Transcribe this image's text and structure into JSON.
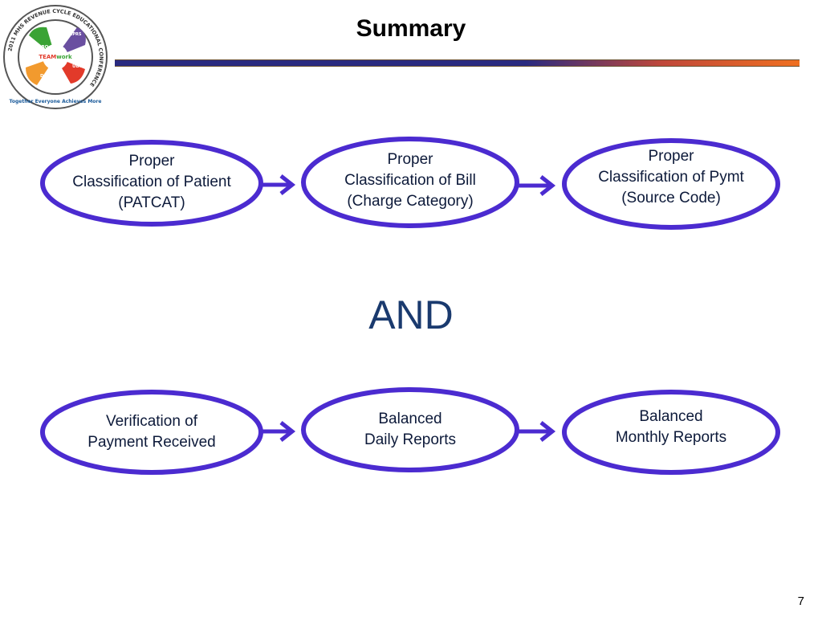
{
  "slide": {
    "title": "Summary",
    "page_number": "7"
  },
  "logo": {
    "ring_text": "2011 MHS REVENUE CYCLE EDUCATIONAL CONFERENCE",
    "center_text_a": "TEAM",
    "center_text_b": "work",
    "tagline": "Together Everyone Achieves More",
    "segments": [
      "UBO",
      "MEPRS",
      "UBU",
      "DQ"
    ],
    "colors": {
      "green": "#3aa335",
      "purple": "#6a4fa0",
      "red": "#e23a2a",
      "orange": "#f29a2e",
      "ring": "#444444"
    }
  },
  "diagram": {
    "accent_color": "#4b2bd0",
    "rows": [
      {
        "nodes": [
          {
            "lines": [
              "Proper",
              "Classification of Patient",
              "(PATCAT)"
            ]
          },
          {
            "lines": [
              "Proper",
              "Classification of Bill",
              "(Charge Category)"
            ]
          },
          {
            "lines": [
              "Proper",
              "Classification of Pymt",
              "(Source Code)"
            ]
          }
        ]
      },
      {
        "nodes": [
          {
            "lines": [
              "Verification of",
              "Payment Received"
            ]
          },
          {
            "lines": [
              "Balanced",
              "Daily Reports"
            ]
          },
          {
            "lines": [
              "Balanced",
              "Monthly Reports"
            ]
          }
        ]
      }
    ],
    "connector_text": "AND"
  }
}
